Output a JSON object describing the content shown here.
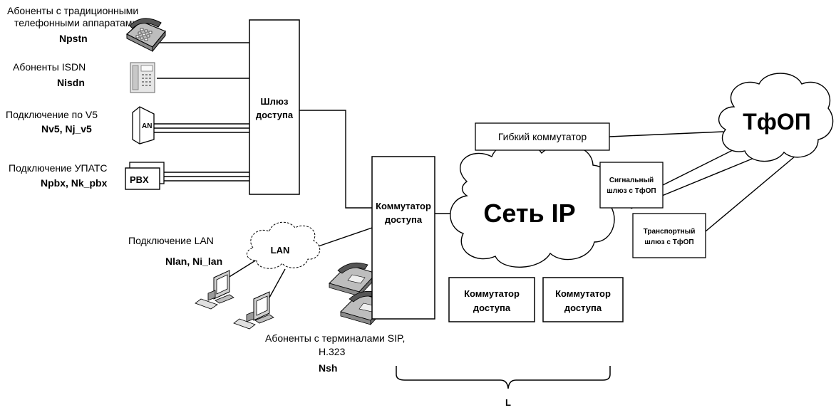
{
  "subscribers": {
    "pstn": {
      "line1": "Абоненты с традиционными",
      "line2": "телефонными аппаратами",
      "count": "Npstn"
    },
    "isdn": {
      "label": "Абоненты ISDN",
      "count": "Nisdn"
    },
    "v5": {
      "label": "Подключение по V5",
      "count": "Nv5, Nj_v5",
      "device": "AN"
    },
    "pbx": {
      "label": "Подключение УПАТС",
      "count": "Npbx, Nk_pbx",
      "device": "PBX"
    },
    "lan": {
      "label": "Подключение LAN",
      "count": "Nlan, Ni_lan",
      "cloud": "LAN"
    },
    "sip": {
      "line1": "Абоненты с терминалами SIP,",
      "line2": "H.323",
      "count": "Nsh"
    }
  },
  "nodes": {
    "access_gateway": {
      "line1": "Шлюз",
      "line2": "доступа"
    },
    "access_switch_main": {
      "line1": "Коммутатор",
      "line2": "доступа"
    },
    "ip_network": "Сеть IP",
    "softswitch": "Гибкий коммутатор",
    "signal_gateway": {
      "line1": "Сигнальный",
      "line2": "шлюз с ТфОП"
    },
    "transport_gateway": {
      "line1": "Транспортный",
      "line2": "шлюз с ТфОП"
    },
    "access_switch_1": {
      "line1": "Коммутатор",
      "line2": "доступа"
    },
    "access_switch_2": {
      "line1": "Коммутатор",
      "line2": "доступа"
    },
    "pstn_cloud": "ТфОП"
  },
  "brace_label": "L"
}
